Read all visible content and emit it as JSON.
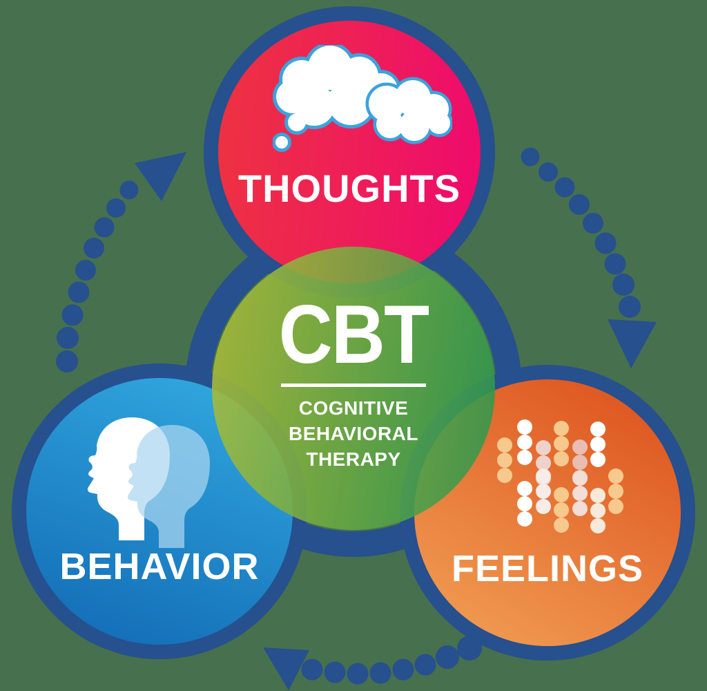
{
  "diagram_title": "CBT Cognitive Behavioral Therapy cycle diagram",
  "background_color": "#47704e",
  "accent_navy": "#26508e",
  "center": {
    "title": "CBT",
    "subtitle_lines": [
      "COGNITIVE",
      "BEHAVIORAL",
      "THERAPY"
    ],
    "gradient": [
      "#b1be36",
      "#28964f"
    ],
    "divider": "white-horizontal-rule"
  },
  "circles": [
    {
      "id": "thoughts",
      "label": "THOUGHTS",
      "icon": "thought-clouds-icon",
      "gradient": [
        "#ee3340",
        "#ee0a6e"
      ]
    },
    {
      "id": "behavior",
      "label": "BEHAVIOR",
      "icon": "head-profiles-icon",
      "gradient": [
        "#33abe1",
        "#1169b4"
      ]
    },
    {
      "id": "feelings",
      "label": "FEELINGS",
      "icon": "emotion-dots-icon",
      "gradient": [
        "#f2a256",
        "#dc4e1b"
      ]
    }
  ],
  "arrows": [
    {
      "id": "behavior-to-thoughts",
      "style": "dotted-arc",
      "direction": "up-right",
      "color": "#26508e"
    },
    {
      "id": "thoughts-to-feelings",
      "style": "dotted-arc",
      "direction": "down",
      "color": "#26508e"
    },
    {
      "id": "feelings-to-behavior",
      "style": "dotted-arc",
      "direction": "left",
      "color": "#26508e"
    }
  ],
  "icon_colors": {
    "cloud_fill": "#ffffff",
    "cloud_outline": "#3ba3dc",
    "head_front": "#ffffff",
    "head_back": "rgba(171,213,240,0.72)",
    "emotion_dot_palette": [
      "#ffffff",
      "#f8c98c",
      "#eed2cb",
      "#e9bdb2",
      "#f7ece8",
      "#f2ddd7",
      "#f9e9da"
    ]
  }
}
